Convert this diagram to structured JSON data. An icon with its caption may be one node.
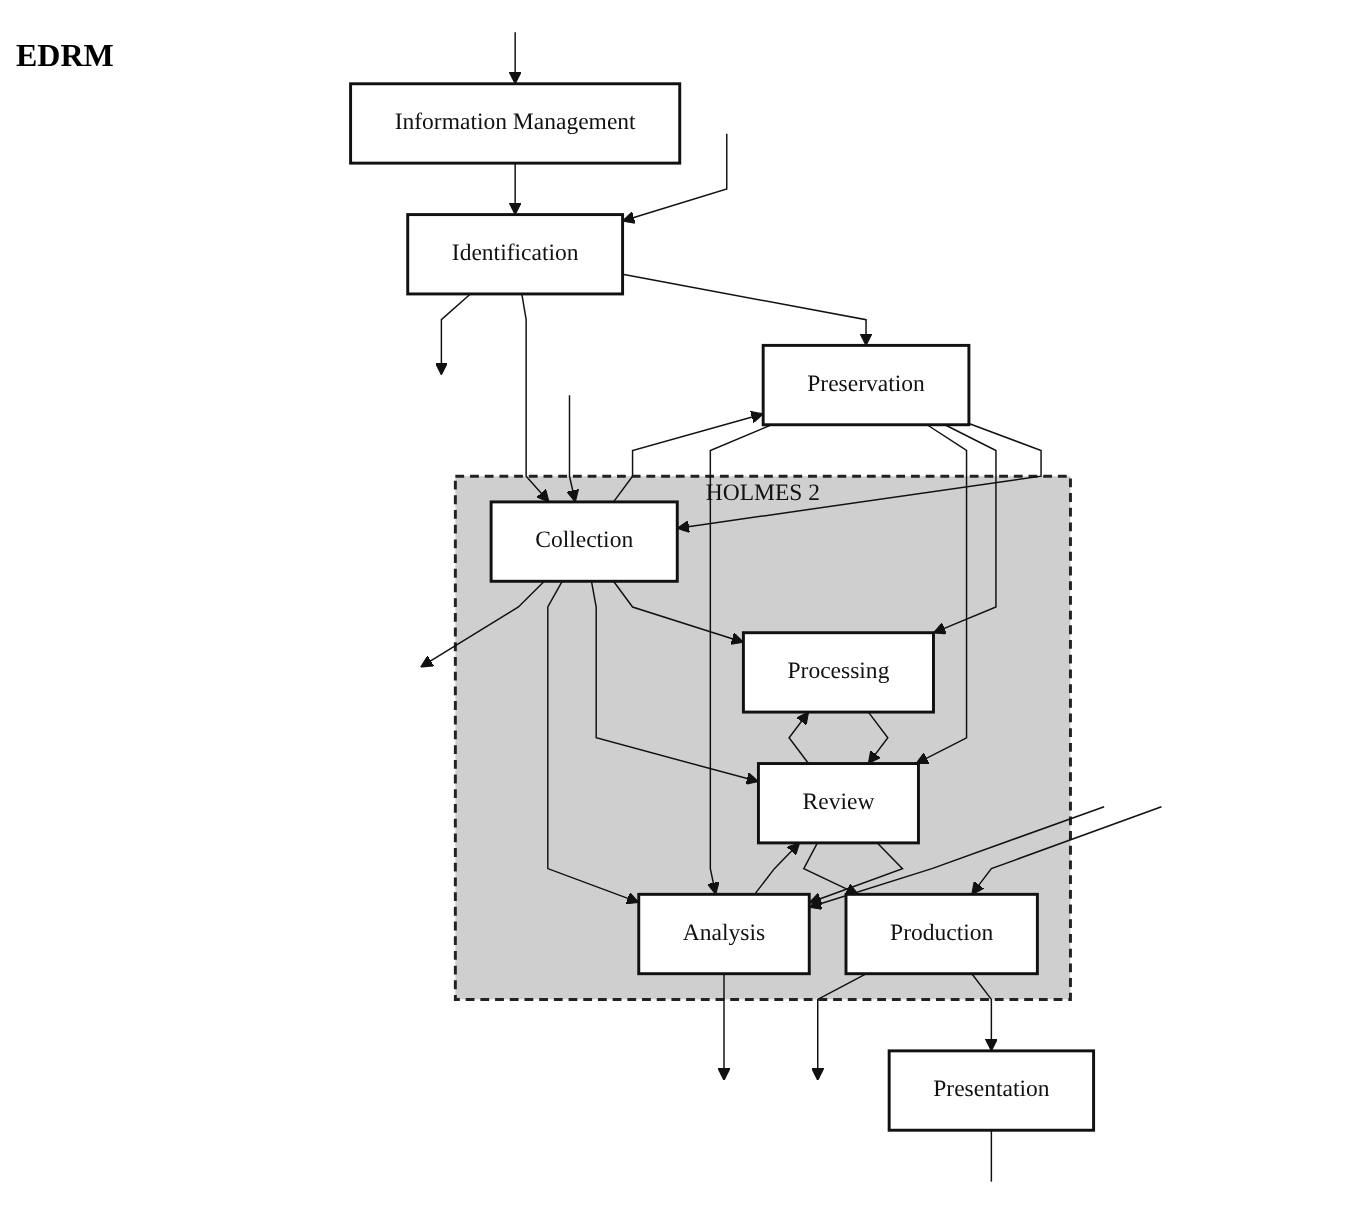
{
  "diagram": {
    "nodes": [
      {
        "text": [
          "Information Management"
        ]
      },
      {
        "text": [
          "Identification"
        ]
      },
      {
        "text": [
          "Preservation"
        ]
      },
      {
        "text": [
          "HOLMES 2"
        ]
      },
      {
        "text": [
          "Collection"
        ],
        "in": 3
      },
      {
        "text": [
          "Processing"
        ],
        "in": 3
      },
      {
        "text": [
          "Review"
        ],
        "in": 3
      },
      {
        "text": [
          "Analysis"
        ],
        "in": 3
      },
      {
        "text": [
          "Production"
        ],
        "in": 3
      },
      {
        "text": [
          "Presentation"
        ]
      }
    ],
    "edges": [
      {
        "from": 0,
        "to": 1,
        "arrow": "to"
      },
      {
        "from": 1,
        "to": 2,
        "arrow": "to"
      },
      {
        "from": 1,
        "to": 4,
        "arrow": "to"
      },
      {
        "from": 2,
        "to": 4,
        "arrow": "to"
      },
      {
        "from": 4,
        "to": 2,
        "arrow": "to"
      },
      {
        "from": 2,
        "to": 5,
        "arrow": "to"
      },
      {
        "from": 2,
        "to": 6,
        "arrow": "to"
      },
      {
        "from": 2,
        "to": 7,
        "arrow": "to"
      },
      {
        "from": 4,
        "to": 5,
        "arrow": "to"
      },
      {
        "from": 4,
        "to": 6,
        "arrow": "to"
      },
      {
        "from": 4,
        "to": 7,
        "arrow": "to"
      },
      {
        "from": 5,
        "to": 6,
        "arrow": "to"
      },
      {
        "from": 6,
        "to": 5,
        "arrow": "to"
      },
      {
        "from": 6,
        "to": 7,
        "arrow": "to"
      },
      {
        "from": 7,
        "to": 6,
        "arrow": "to"
      },
      {
        "from": 6,
        "to": 8,
        "arrow": "to"
      },
      {
        "from": 8,
        "to": 9,
        "arrow": "to"
      },
      {
        "from": null,
        "to": 0,
        "arrow": "to"
      },
      {
        "from": null,
        "to": 1,
        "arrow": "to"
      },
      {
        "from": 1,
        "to": null,
        "arrow": "to"
      },
      {
        "from": null,
        "to": 4,
        "arrow": "to"
      },
      {
        "from": 4,
        "to": null,
        "arrow": "to"
      },
      {
        "from": null,
        "to": 7,
        "arrow": "to"
      },
      {
        "from": 7,
        "to": null,
        "arrow": "to"
      },
      {
        "from": null,
        "to": 8,
        "arrow": "to"
      },
      {
        "from": 8,
        "to": null,
        "arrow": "to"
      },
      {
        "from": 9,
        "to": null,
        "arrow": "none"
      }
    ],
    "labels": [
      "EDRM"
    ]
  }
}
